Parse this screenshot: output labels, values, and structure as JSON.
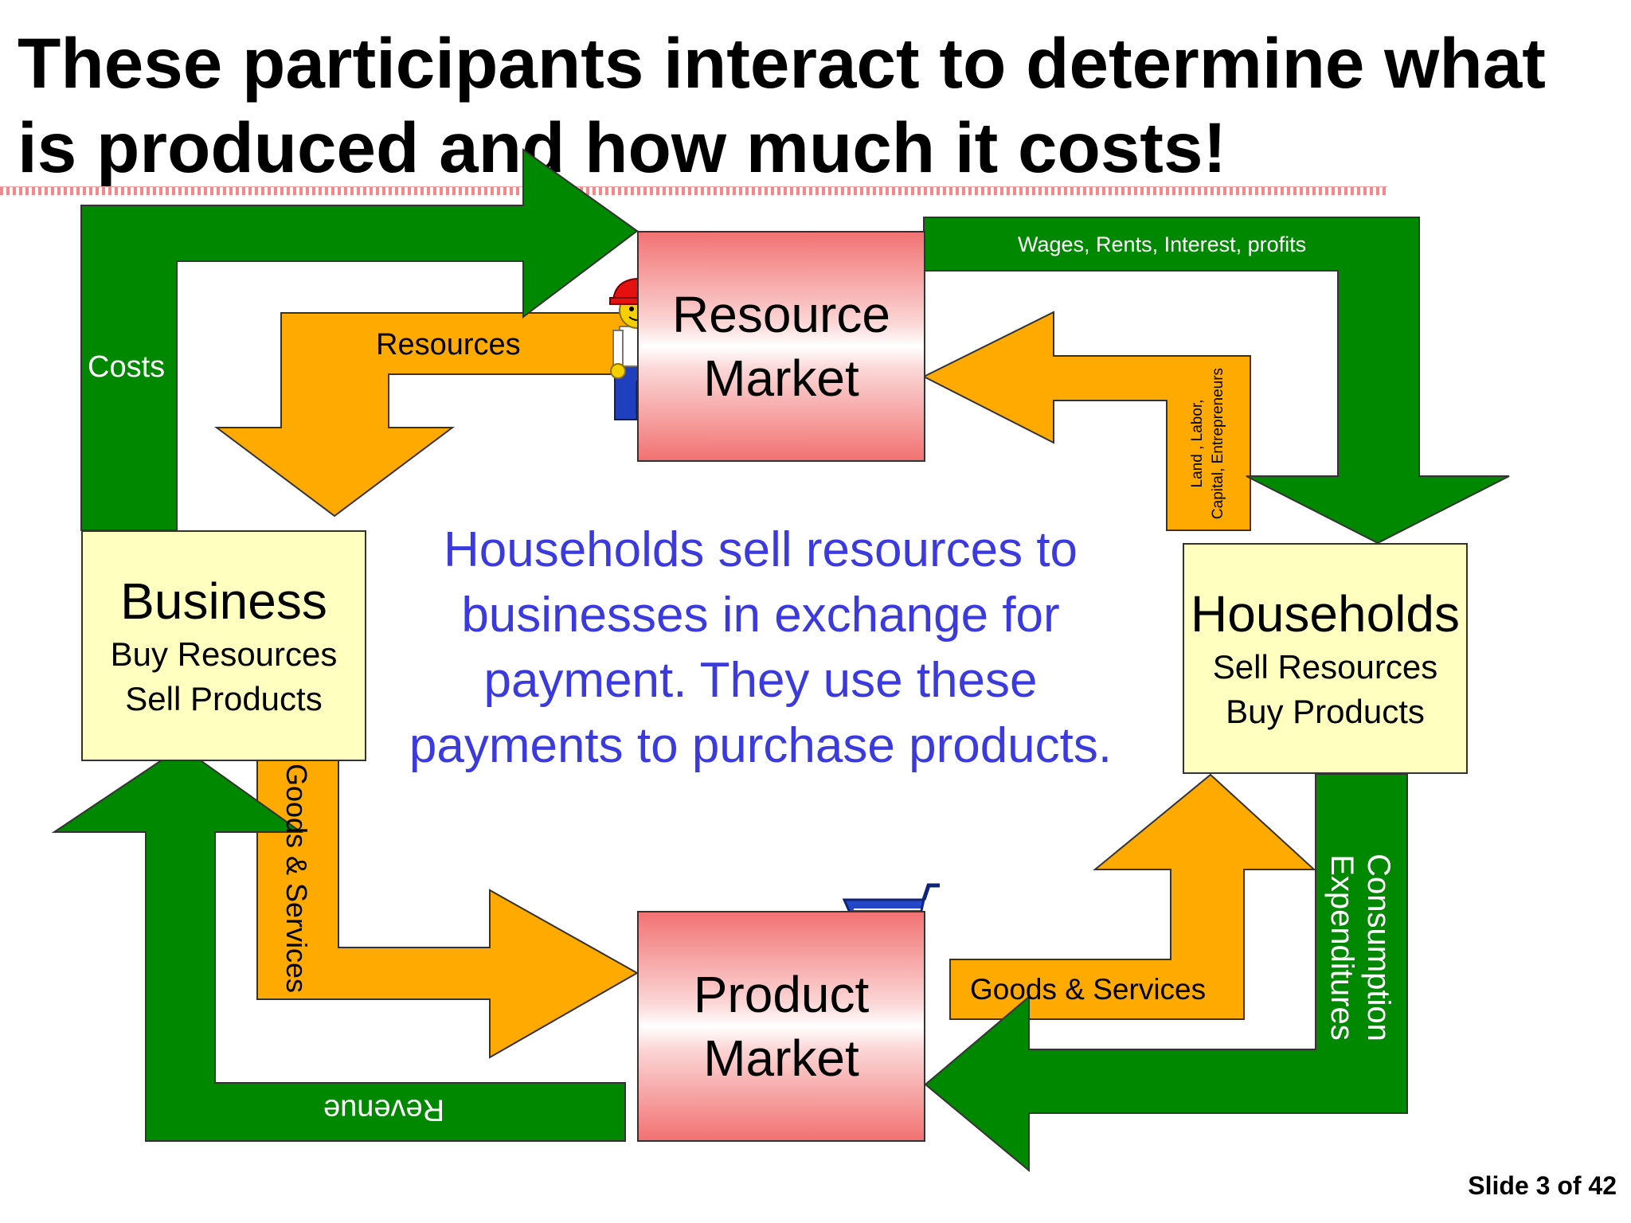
{
  "title_lines": [
    "These participants interact to determine what",
    "is produced and how much it costs!"
  ],
  "markets": {
    "resource": [
      "Resource",
      "Market"
    ],
    "product": [
      "Product",
      "Market"
    ]
  },
  "business": {
    "name": "Business",
    "line1": "Buy Resources",
    "line2": "Sell Products"
  },
  "households": {
    "name": "Households",
    "line1": "Sell Resources",
    "line2": "Buy Products"
  },
  "flow_labels": {
    "costs": "Costs",
    "resources": "Resources",
    "wages": "Wages, Rents, Interest, profits",
    "land_line1": "Land , Labor,",
    "land_line2": "Capital, Entrepreneurs",
    "goods_services_left": "Goods & Services",
    "goods_services_right": "Goods & Services",
    "revenue": "Revenue",
    "consumption_line1": "Consumption",
    "consumption_line2": "Expenditures"
  },
  "center_text": "Households sell resources to businesses in exchange for payment.  They use these payments to purchase products.",
  "slide_number": "Slide 3 of 42",
  "colors": {
    "green_flow": "#008800",
    "orange_flow": "#ffaa00",
    "market_red": "#f27272",
    "party_yellow": "#ffffc0",
    "center_text_blue": "#3a3adf"
  },
  "icons": [
    "worker-figure-icon",
    "shopping-cart-icon"
  ]
}
